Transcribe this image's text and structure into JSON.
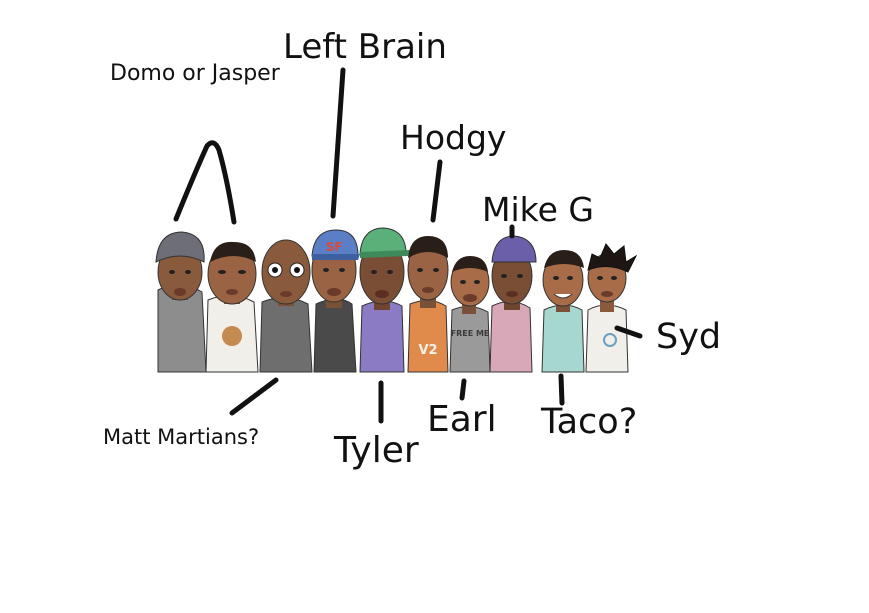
{
  "labels": {
    "domo_or_jasper": "Domo or Jasper",
    "left_brain": "Left Brain",
    "hodgy": "Hodgy",
    "mike_g": "Mike G",
    "syd": "Syd",
    "matt_martians": "Matt Martians?",
    "tyler": "Tyler",
    "earl": "Earl",
    "taco": "Taco?"
  },
  "shirt_texts": {
    "cap_sf": "SF",
    "shirt_v2": "V2",
    "shirt_free_me": "FREE ME"
  },
  "colors": {
    "background": "#ffffff",
    "ink": "#111111",
    "skin_dark": "#8a5a3c",
    "skin_medium": "#b07a55",
    "skin_light": "#d7a27c",
    "hoodie_gray": "#8d8d8d",
    "shirt_purple": "#8a7bc4",
    "shirt_orange": "#e08a4c",
    "shirt_pink": "#d9a8b8",
    "shirt_mint": "#a7d8d0",
    "cap_blue": "#5b7fc7",
    "cap_green": "#5bb07a",
    "cap_purple": "#6a5fa8"
  }
}
